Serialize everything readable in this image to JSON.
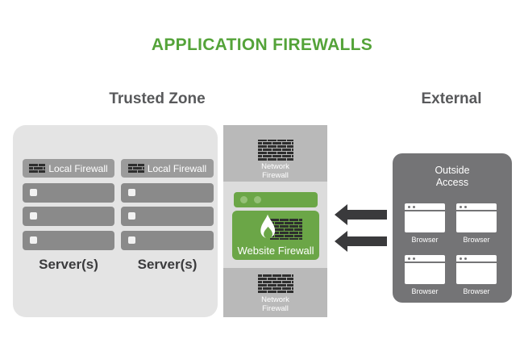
{
  "title": "APPLICATION FIREWALLS",
  "trusted_zone": {
    "heading": "Trusted Zone",
    "columns": [
      {
        "firewall": "Local Firewall",
        "label": "Server(s)"
      },
      {
        "firewall": "Local Firewall",
        "label": "Server(s)"
      }
    ]
  },
  "perimeter": {
    "top_firewall": "Network Firewall",
    "website_firewall": "Website Firewall",
    "bottom_firewall": "Network Firewall"
  },
  "external_zone": {
    "heading": "External",
    "outside_access": "Outside Access",
    "browsers": [
      "Browser",
      "Browser",
      "Browser",
      "Browser"
    ]
  },
  "icons": {
    "brick_wall": "brick-wall-icon",
    "flame": "flame-icon",
    "server_led": "server-led-icon",
    "browser_window": "browser-window-icon",
    "arrow_left": "arrow-left-icon",
    "window_dots": "window-control-dots"
  },
  "colors": {
    "title_green": "#54A339",
    "accent_green": "#6BA647",
    "heading_gray": "#58595B",
    "trusted_fill": "#E4E4E4",
    "strip_fill": "#DCDCDC",
    "network_firewall_fill": "#B9B9B9",
    "local_firewall_fill": "#9B9B9B",
    "server_fill": "#8A8A8A",
    "outside_fill": "#747476",
    "arrow_dark": "#3A3A3C"
  }
}
